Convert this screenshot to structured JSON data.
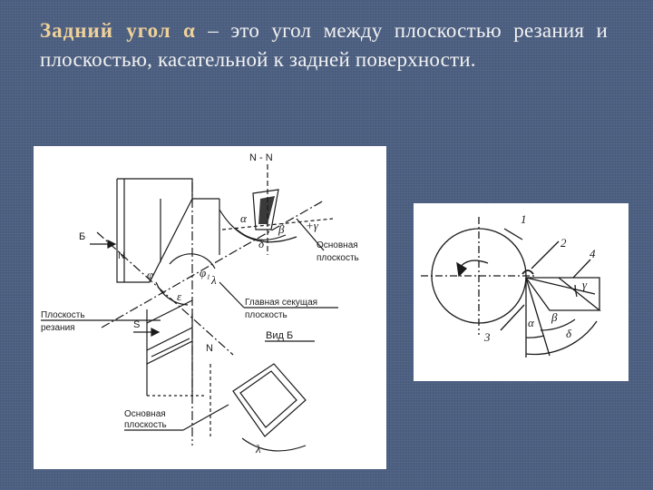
{
  "heading": {
    "term": "Задний угол",
    "symbol": "α",
    "rest": " – это угол между плоскостью резания и плоскостью, касательной к задней поверхности."
  },
  "left_diagram": {
    "section_label": "N - N",
    "view_b_top": "Б",
    "label_n": "N",
    "label_s": "S",
    "label_n2": "N",
    "label_main_plane_1": "Основная",
    "label_main_plane_2": "плоскость",
    "label_cutting_plane_1": "Плоскость",
    "label_cutting_plane_2": "резания",
    "label_secant_1": "Главная секущая",
    "label_secant_2": "плоскость",
    "label_view": "Вид Б",
    "label_base_plane_1": "Основная",
    "label_base_plane_2": "плоскость",
    "angle_alpha": "α",
    "angle_beta": "β",
    "angle_gamma": "+γ",
    "angle_delta": "δ",
    "angle_phi": "φ",
    "angle_phi1": "φ₁",
    "angle_epsilon": "ε",
    "angle_lambda": "λ",
    "angle_lambda2": "λ"
  },
  "right_diagram": {
    "label_1": "1",
    "label_2": "2",
    "label_3": "3",
    "label_4": "4",
    "angle_gamma": "γ",
    "angle_alpha": "α",
    "angle_beta": "β",
    "angle_delta": "δ"
  }
}
